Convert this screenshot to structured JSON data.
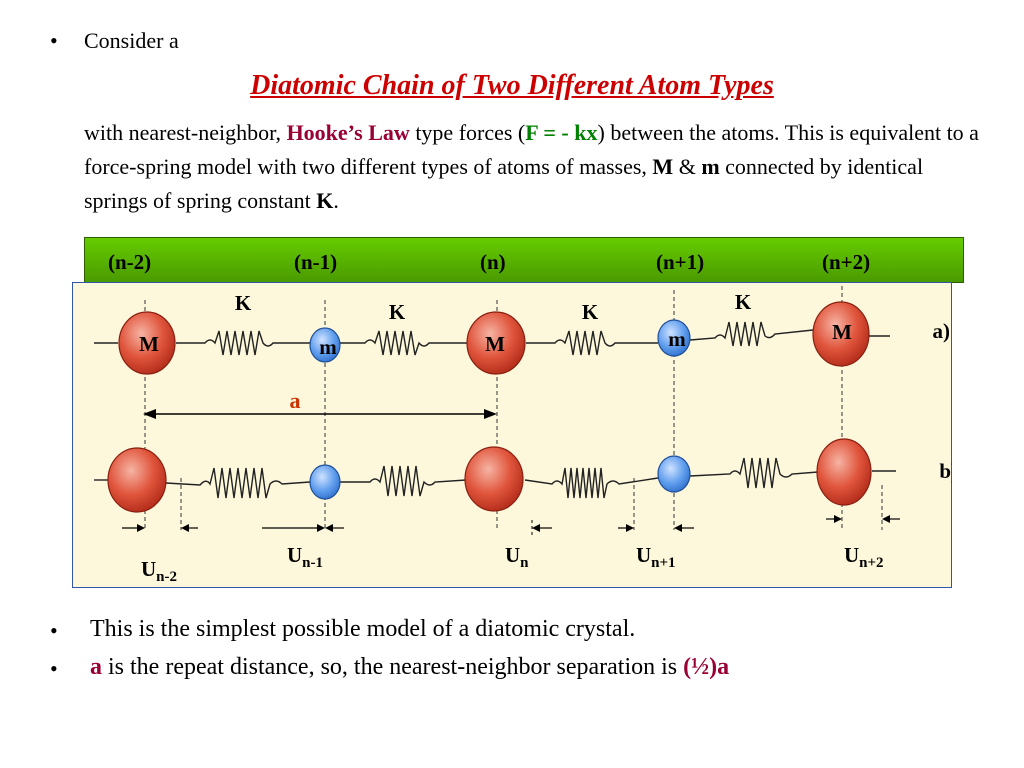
{
  "intro": {
    "bullet": "•",
    "text": "Consider a"
  },
  "title": "Diatomic Chain of Two Different Atom Types",
  "paragraph": {
    "p1": "with nearest-neighbor, ",
    "hooke": "Hooke’s Law",
    "p2": " type forces (",
    "force": "F = - kx",
    "p3": ") between the atoms. This is equivalent to a force-spring model with two different types of atoms of masses, ",
    "M": "M",
    "amp": " & ",
    "m": "m",
    "p4": " connected by identical springs of spring constant ",
    "K": "K",
    "p5": "."
  },
  "sites": [
    "(n-2)",
    "(n-1)",
    "(n)",
    "(n+1)",
    "(n+2)"
  ],
  "diagram": {
    "row_a_label": "a)",
    "row_b_label": "b)",
    "spring_label": "K",
    "big_mass": "M",
    "small_mass": "m",
    "lattice_label": "a",
    "displacements": [
      {
        "base": "U",
        "sub": "n-2"
      },
      {
        "base": "U",
        "sub": "n-1"
      },
      {
        "base": "U",
        "sub": "n"
      },
      {
        "base": "U",
        "sub": "n+1"
      },
      {
        "base": "U",
        "sub": "n+2"
      }
    ],
    "colors": {
      "big_atom": "#d9442f",
      "small_atom": "#4f8fe6",
      "accent": "#cc3300",
      "band": "#66cc00"
    }
  },
  "bullets": [
    {
      "bullet": "•",
      "text": "This is the simplest possible model of a diatomic crystal."
    },
    {
      "bullet": "•",
      "a1": "a",
      "text": " is the repeat distance, so, the nearest-neighbor separation is ",
      "half": "(½)a"
    }
  ]
}
